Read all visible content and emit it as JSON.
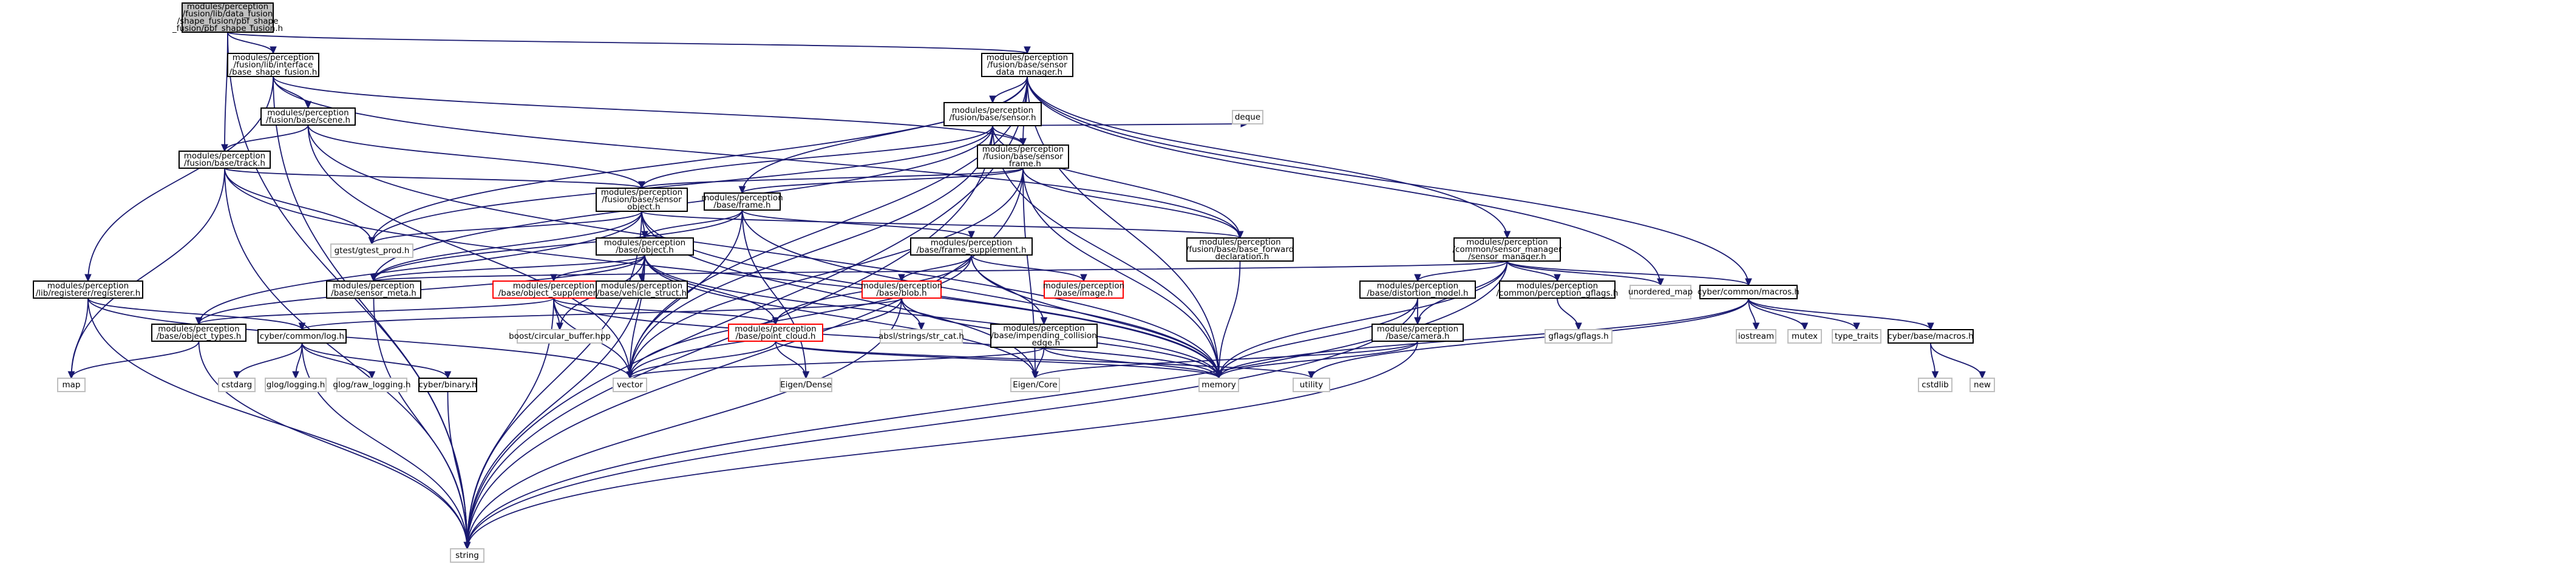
{
  "diagram": {
    "colors": {
      "edge": "#191970",
      "root_fill": "#bfbfbf",
      "node_border": "#000000",
      "external_border": "#bfbfbf",
      "truncated_border": "#ff0000",
      "text": "#000000"
    },
    "nodes": [
      {
        "id": "root",
        "lines": [
          "modules/perception",
          "/fusion/lib/data_fusion",
          "/shape_fusion/pbf_shape",
          "_fusion/pbf_shape_fusion.h"
        ],
        "kind": "root"
      },
      {
        "id": "base_shape_fusion",
        "lines": [
          "modules/perception",
          "/fusion/lib/interface",
          "/base_shape_fusion.h"
        ],
        "kind": "doc"
      },
      {
        "id": "sensor_data_manager",
        "lines": [
          "modules/perception",
          "/fusion/base/sensor",
          "_data_manager.h"
        ],
        "kind": "doc"
      },
      {
        "id": "scene",
        "lines": [
          "modules/perception",
          "/fusion/base/scene.h"
        ],
        "kind": "doc"
      },
      {
        "id": "fusion_sensor",
        "lines": [
          "modules/perception",
          "/fusion/base/sensor.h"
        ],
        "kind": "doc"
      },
      {
        "id": "deque",
        "lines": [
          "deque"
        ],
        "kind": "ext"
      },
      {
        "id": "track",
        "lines": [
          "modules/perception",
          "/fusion/base/track.h"
        ],
        "kind": "doc"
      },
      {
        "id": "sensor_frame",
        "lines": [
          "modules/perception",
          "/fusion/base/sensor",
          "_frame.h"
        ],
        "kind": "doc"
      },
      {
        "id": "sensor_object",
        "lines": [
          "modules/perception",
          "/fusion/base/sensor",
          "_object.h"
        ],
        "kind": "doc"
      },
      {
        "id": "frame",
        "lines": [
          "modules/perception",
          "/base/frame.h"
        ],
        "kind": "doc"
      },
      {
        "id": "gtest_prod",
        "lines": [
          "gtest/gtest_prod.h"
        ],
        "kind": "ext"
      },
      {
        "id": "base_object",
        "lines": [
          "modules/perception",
          "/base/object.h"
        ],
        "kind": "doc"
      },
      {
        "id": "frame_supplement",
        "lines": [
          "modules/perception",
          "/base/frame_supplement.h"
        ],
        "kind": "doc"
      },
      {
        "id": "base_forward",
        "lines": [
          "modules/perception",
          "/fusion/base/base_forward",
          "_declaration.h"
        ],
        "kind": "doc"
      },
      {
        "id": "sensor_manager",
        "lines": [
          "modules/perception",
          "/common/sensor_manager",
          "/sensor_manager.h"
        ],
        "kind": "doc"
      },
      {
        "id": "registerer",
        "lines": [
          "modules/perception",
          "/lib/registerer/registerer.h"
        ],
        "kind": "doc"
      },
      {
        "id": "sensor_meta",
        "lines": [
          "modules/perception",
          "/base/sensor_meta.h"
        ],
        "kind": "doc"
      },
      {
        "id": "object_supplement",
        "lines": [
          "modules/perception",
          "/base/object_supplement.h"
        ],
        "kind": "trunc"
      },
      {
        "id": "vehicle_struct",
        "lines": [
          "modules/perception",
          "/base/vehicle_struct.h"
        ],
        "kind": "doc"
      },
      {
        "id": "blob",
        "lines": [
          "modules/perception",
          "/base/blob.h"
        ],
        "kind": "trunc"
      },
      {
        "id": "image",
        "lines": [
          "modules/perception",
          "/base/image.h"
        ],
        "kind": "trunc"
      },
      {
        "id": "distortion_model",
        "lines": [
          "modules/perception",
          "/base/distortion_model.h"
        ],
        "kind": "doc"
      },
      {
        "id": "perception_gflags",
        "lines": [
          "modules/perception",
          "/common/perception_gflags.h"
        ],
        "kind": "doc"
      },
      {
        "id": "unordered_map",
        "lines": [
          "unordered_map"
        ],
        "kind": "ext"
      },
      {
        "id": "cyber_macros",
        "lines": [
          "cyber/common/macros.h"
        ],
        "kind": "doc"
      },
      {
        "id": "object_types",
        "lines": [
          "modules/perception",
          "/base/object_types.h"
        ],
        "kind": "doc"
      },
      {
        "id": "cyber_log",
        "lines": [
          "cyber/common/log.h"
        ],
        "kind": "doc"
      },
      {
        "id": "circular_buffer",
        "lines": [
          "boost/circular_buffer.hpp"
        ],
        "kind": "ext"
      },
      {
        "id": "point_cloud",
        "lines": [
          "modules/perception",
          "/base/point_cloud.h"
        ],
        "kind": "trunc"
      },
      {
        "id": "str_cat",
        "lines": [
          "absl/strings/str_cat.h"
        ],
        "kind": "ext"
      },
      {
        "id": "impending",
        "lines": [
          "modules/perception",
          "/base/impending_collision",
          "_edge.h"
        ],
        "kind": "doc"
      },
      {
        "id": "camera",
        "lines": [
          "modules/perception",
          "/base/camera.h"
        ],
        "kind": "doc"
      },
      {
        "id": "gflags",
        "lines": [
          "gflags/gflags.h"
        ],
        "kind": "ext"
      },
      {
        "id": "iostream",
        "lines": [
          "iostream"
        ],
        "kind": "ext"
      },
      {
        "id": "mutex",
        "lines": [
          "mutex"
        ],
        "kind": "ext"
      },
      {
        "id": "type_traits",
        "lines": [
          "type_traits"
        ],
        "kind": "ext"
      },
      {
        "id": "cyber_base_macros",
        "lines": [
          "cyber/base/macros.h"
        ],
        "kind": "doc"
      },
      {
        "id": "map",
        "lines": [
          "map"
        ],
        "kind": "ext"
      },
      {
        "id": "cstdarg",
        "lines": [
          "cstdarg"
        ],
        "kind": "ext"
      },
      {
        "id": "glog_logging",
        "lines": [
          "glog/logging.h"
        ],
        "kind": "ext"
      },
      {
        "id": "glog_raw",
        "lines": [
          "glog/raw_logging.h"
        ],
        "kind": "ext"
      },
      {
        "id": "cyber_binary",
        "lines": [
          "cyber/binary.h"
        ],
        "kind": "doc"
      },
      {
        "id": "vector",
        "lines": [
          "vector"
        ],
        "kind": "ext"
      },
      {
        "id": "eigen_dense",
        "lines": [
          "Eigen/Dense"
        ],
        "kind": "ext"
      },
      {
        "id": "eigen_core",
        "lines": [
          "Eigen/Core"
        ],
        "kind": "ext"
      },
      {
        "id": "memory",
        "lines": [
          "memory"
        ],
        "kind": "ext"
      },
      {
        "id": "utility",
        "lines": [
          "utility"
        ],
        "kind": "ext"
      },
      {
        "id": "cstdlib",
        "lines": [
          "cstdlib"
        ],
        "kind": "ext"
      },
      {
        "id": "new",
        "lines": [
          "new"
        ],
        "kind": "ext"
      },
      {
        "id": "string",
        "lines": [
          "string"
        ],
        "kind": "ext"
      }
    ],
    "edges": [
      [
        "root",
        "base_shape_fusion"
      ],
      [
        "root",
        "sensor_data_manager"
      ],
      [
        "root",
        "track"
      ],
      [
        "root",
        "string"
      ],
      [
        "base_shape_fusion",
        "scene"
      ],
      [
        "base_shape_fusion",
        "sensor_frame"
      ],
      [
        "base_shape_fusion",
        "base_forward"
      ],
      [
        "base_shape_fusion",
        "registerer"
      ],
      [
        "base_shape_fusion",
        "string"
      ],
      [
        "sensor_data_manager",
        "fusion_sensor"
      ],
      [
        "sensor_data_manager",
        "sensor_frame"
      ],
      [
        "sensor_data_manager",
        "frame"
      ],
      [
        "sensor_data_manager",
        "gtest_prod"
      ],
      [
        "sensor_data_manager",
        "sensor_manager"
      ],
      [
        "sensor_data_manager",
        "unordered_map"
      ],
      [
        "sensor_data_manager",
        "cyber_macros"
      ],
      [
        "sensor_data_manager",
        "vector"
      ],
      [
        "sensor_data_manager",
        "memory"
      ],
      [
        "sensor_data_manager",
        "string"
      ],
      [
        "scene",
        "track"
      ],
      [
        "scene",
        "sensor_object"
      ],
      [
        "scene",
        "vector"
      ],
      [
        "scene",
        "memory"
      ],
      [
        "fusion_sensor",
        "sensor_frame"
      ],
      [
        "fusion_sensor",
        "deque"
      ],
      [
        "fusion_sensor",
        "sensor_object"
      ],
      [
        "fusion_sensor",
        "gtest_prod"
      ],
      [
        "fusion_sensor",
        "base_forward"
      ],
      [
        "fusion_sensor",
        "sensor_meta"
      ],
      [
        "fusion_sensor",
        "vector"
      ],
      [
        "fusion_sensor",
        "memory"
      ],
      [
        "fusion_sensor",
        "string"
      ],
      [
        "track",
        "sensor_object"
      ],
      [
        "track",
        "gtest_prod"
      ],
      [
        "track",
        "map"
      ],
      [
        "track",
        "memory"
      ],
      [
        "track",
        "string"
      ],
      [
        "sensor_frame",
        "sensor_object"
      ],
      [
        "sensor_frame",
        "frame"
      ],
      [
        "sensor_frame",
        "base_forward"
      ],
      [
        "sensor_frame",
        "eigen_core"
      ],
      [
        "sensor_frame",
        "memory"
      ],
      [
        "sensor_frame",
        "vector"
      ],
      [
        "sensor_frame",
        "string"
      ],
      [
        "sensor_object",
        "base_object"
      ],
      [
        "sensor_object",
        "gtest_prod"
      ],
      [
        "sensor_object",
        "base_forward"
      ],
      [
        "sensor_object",
        "sensor_meta"
      ],
      [
        "sensor_object",
        "object_types"
      ],
      [
        "sensor_object",
        "eigen_core"
      ],
      [
        "sensor_object",
        "memory"
      ],
      [
        "sensor_object",
        "string"
      ],
      [
        "frame",
        "base_object"
      ],
      [
        "frame",
        "frame_supplement"
      ],
      [
        "frame",
        "sensor_meta"
      ],
      [
        "frame",
        "eigen_dense"
      ],
      [
        "frame",
        "vector"
      ],
      [
        "frame",
        "memory"
      ],
      [
        "base_object",
        "object_supplement"
      ],
      [
        "base_object",
        "vehicle_struct"
      ],
      [
        "base_object",
        "sensor_meta"
      ],
      [
        "base_object",
        "object_types"
      ],
      [
        "base_object",
        "point_cloud"
      ],
      [
        "base_object",
        "circular_buffer"
      ],
      [
        "base_object",
        "eigen_core"
      ],
      [
        "base_object",
        "vector"
      ],
      [
        "base_object",
        "memory"
      ],
      [
        "base_object",
        "string"
      ],
      [
        "frame_supplement",
        "blob"
      ],
      [
        "frame_supplement",
        "image"
      ],
      [
        "frame_supplement",
        "impending"
      ],
      [
        "frame_supplement",
        "point_cloud"
      ],
      [
        "frame_supplement",
        "memory"
      ],
      [
        "frame_supplement",
        "vector"
      ],
      [
        "base_forward",
        "memory"
      ],
      [
        "sensor_manager",
        "sensor_meta"
      ],
      [
        "sensor_manager",
        "distortion_model"
      ],
      [
        "sensor_manager",
        "camera"
      ],
      [
        "sensor_manager",
        "perception_gflags"
      ],
      [
        "sensor_manager",
        "unordered_map"
      ],
      [
        "sensor_manager",
        "cyber_macros"
      ],
      [
        "sensor_manager",
        "memory"
      ],
      [
        "sensor_manager",
        "string"
      ],
      [
        "registerer",
        "cyber_log"
      ],
      [
        "registerer",
        "map"
      ],
      [
        "registerer",
        "vector"
      ],
      [
        "registerer",
        "string"
      ],
      [
        "sensor_meta",
        "string"
      ],
      [
        "object_supplement",
        "object_types"
      ],
      [
        "object_supplement",
        "point_cloud"
      ],
      [
        "object_supplement",
        "circular_buffer"
      ],
      [
        "object_supplement",
        "vector"
      ],
      [
        "object_supplement",
        "memory"
      ],
      [
        "object_supplement",
        "string"
      ],
      [
        "blob",
        "cyber_log"
      ],
      [
        "blob",
        "str_cat"
      ],
      [
        "blob",
        "vector"
      ],
      [
        "blob",
        "memory"
      ],
      [
        "blob",
        "string"
      ],
      [
        "distortion_model",
        "camera"
      ],
      [
        "distortion_model",
        "memory"
      ],
      [
        "distortion_model",
        "string"
      ],
      [
        "perception_gflags",
        "gflags"
      ],
      [
        "cyber_macros",
        "iostream"
      ],
      [
        "cyber_macros",
        "memory"
      ],
      [
        "cyber_macros",
        "mutex"
      ],
      [
        "cyber_macros",
        "type_traits"
      ],
      [
        "cyber_macros",
        "utility"
      ],
      [
        "cyber_macros",
        "cyber_base_macros"
      ],
      [
        "object_types",
        "map"
      ],
      [
        "object_types",
        "string"
      ],
      [
        "cyber_log",
        "cstdarg"
      ],
      [
        "cyber_log",
        "glog_logging"
      ],
      [
        "cyber_log",
        "glog_raw"
      ],
      [
        "cyber_log",
        "cyber_binary"
      ],
      [
        "cyber_log",
        "string"
      ],
      [
        "point_cloud",
        "vector"
      ],
      [
        "point_cloud",
        "eigen_dense"
      ],
      [
        "point_cloud",
        "memory"
      ],
      [
        "point_cloud",
        "utility"
      ],
      [
        "impending",
        "eigen_core"
      ],
      [
        "impending",
        "memory"
      ],
      [
        "impending",
        "vector"
      ],
      [
        "camera",
        "eigen_core"
      ],
      [
        "camera",
        "memory"
      ],
      [
        "camera",
        "string"
      ],
      [
        "cyber_base_macros",
        "cstdlib"
      ],
      [
        "cyber_base_macros",
        "new"
      ],
      [
        "cyber_binary",
        "string"
      ]
    ]
  }
}
